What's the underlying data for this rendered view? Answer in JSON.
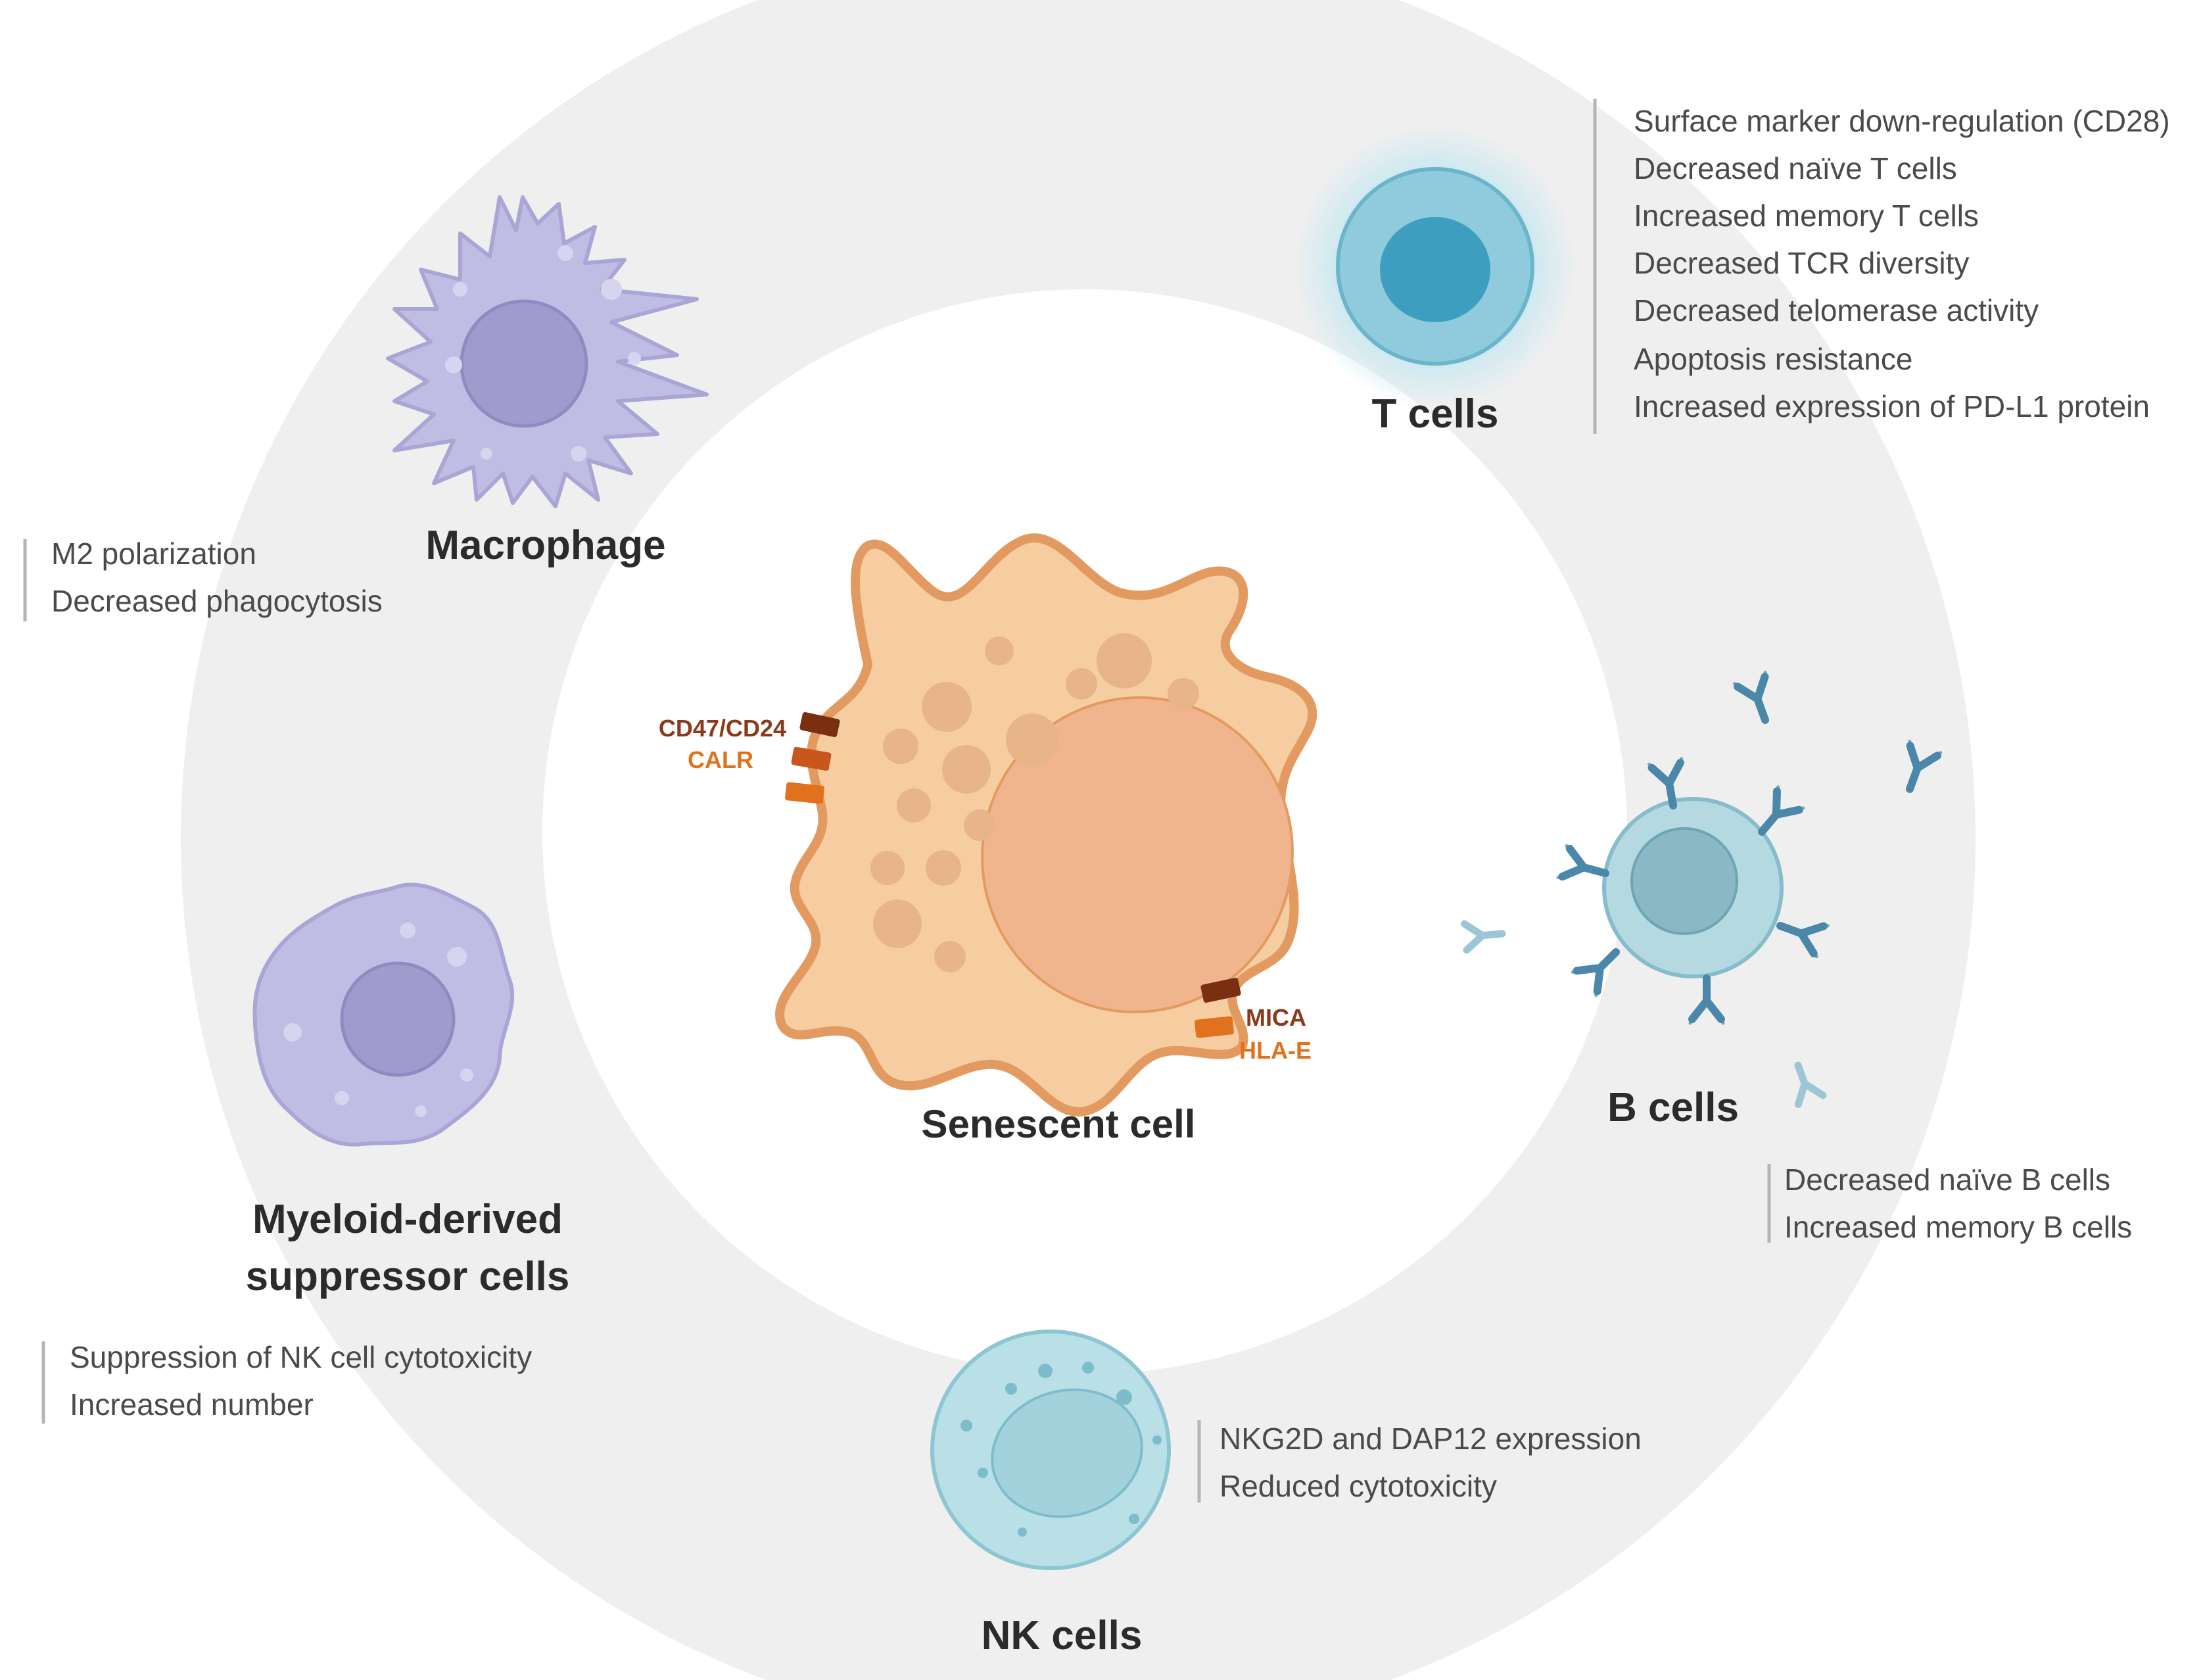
{
  "center": {
    "label": "Senescent cell",
    "markers_left": [
      "CD47/CD24",
      "CALR"
    ],
    "markers_right": [
      "MICA",
      "HLA-E"
    ]
  },
  "t_cells": {
    "label": "T cells",
    "notes": [
      "Surface marker down-regulation (CD28)",
      "Decreased naïve T cells",
      "Increased memory T cells",
      "Decreased TCR diversity",
      "Decreased telomerase activity",
      "Apoptosis  resistance",
      "Increased expression of PD-L1 protein"
    ]
  },
  "macrophage": {
    "label": "Macrophage",
    "notes": [
      "M2 polarization",
      "Decreased phagocytosis"
    ]
  },
  "mdsc": {
    "label_lines": [
      "Myeloid-derived",
      "suppressor cells"
    ],
    "notes": [
      "Suppression of NK cell cytotoxicity",
      "Increased number"
    ]
  },
  "b_cells": {
    "label": "B cells",
    "notes": [
      "Decreased naïve B cells",
      "Increased memory B cells"
    ]
  },
  "nk_cells": {
    "label": "NK cells",
    "notes": [
      "NKG2D and DAP12 expression",
      "Reduced cytotoxicity"
    ]
  },
  "colors": {
    "ring": "#efefef",
    "senescent_body": "#f6cda1",
    "senescent_outline": "#e39a60",
    "senescent_nucleus": "#f0b48e",
    "t_cell": "#8fcbdd",
    "t_cell_nucleus": "#3d9ec0",
    "macrophage": "#bfbde3",
    "macrophage_nucleus": "#9f9bcc",
    "b_cell": "#b4d9e0",
    "nk_cell": "#b8e0e6",
    "antibody": "#4a87a8",
    "marker_dark": "#7a2e12",
    "marker_mid": "#c9561c",
    "marker_light": "#e2711d"
  }
}
